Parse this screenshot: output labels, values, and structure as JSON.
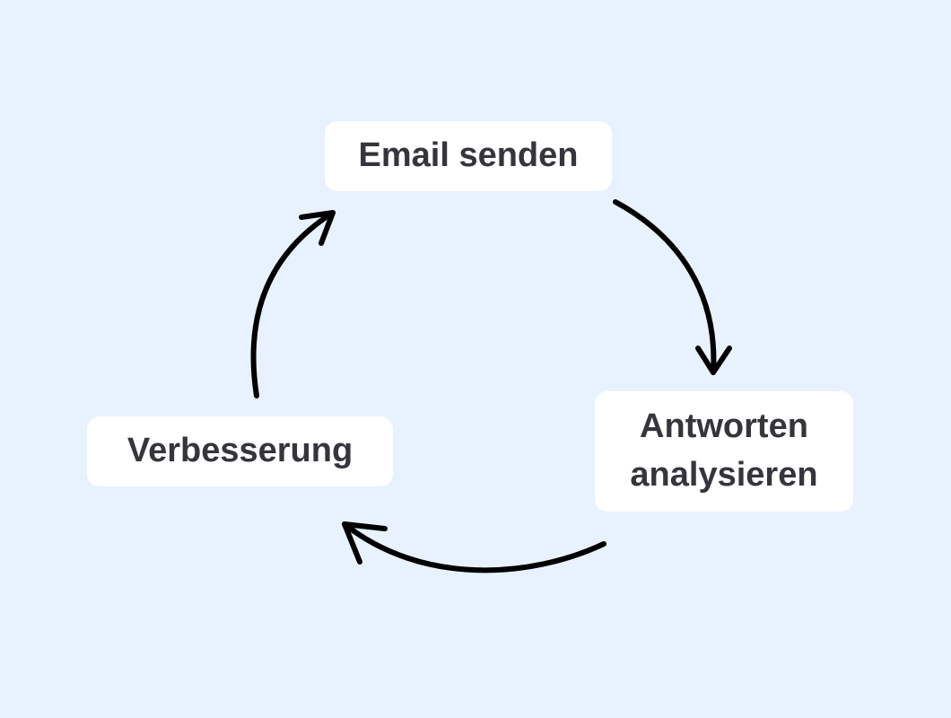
{
  "colors": {
    "background": "#e8f2fe",
    "box": "#ffffff",
    "text": "#35363b",
    "arrow": "#000000"
  },
  "nodes": {
    "email": {
      "label": "Email senden"
    },
    "analyse": {
      "line1": "Antworten",
      "line2": "analysieren"
    },
    "verbesserung": {
      "label": "Verbesserung"
    }
  }
}
